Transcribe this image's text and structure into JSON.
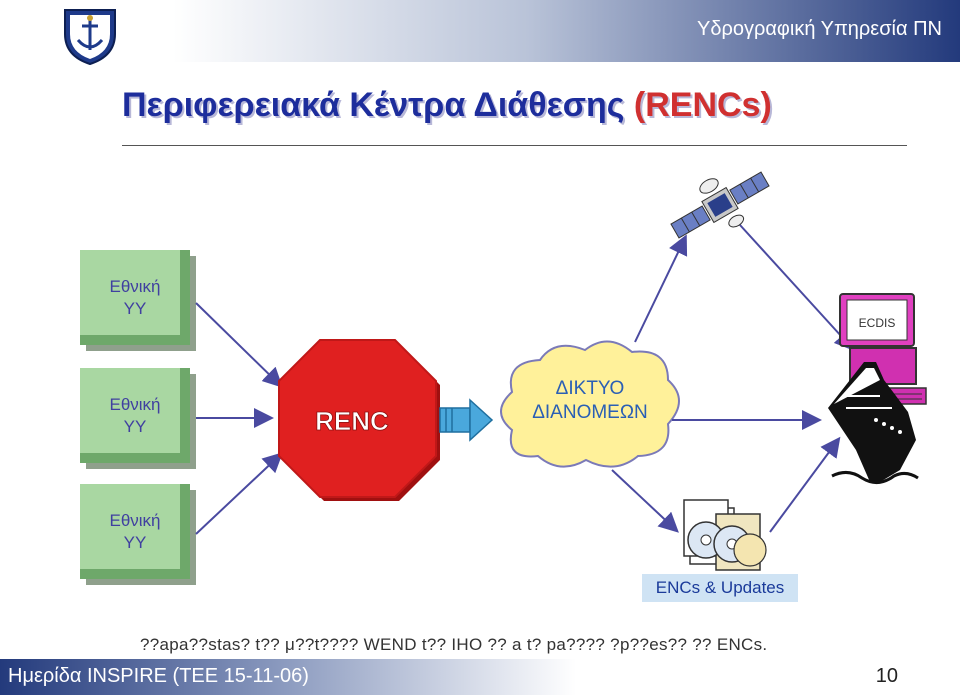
{
  "header": {
    "org": "Υδρογραφική Υπηρεσία ΠΝ",
    "logo_icon": "navy-crest-icon"
  },
  "title": {
    "main": "Περιφερειακά Κέντρα Διάθεσης ",
    "acronym": "(RENCs)"
  },
  "national_offices": [
    {
      "line1": "Εθνική",
      "line2": "ΥΥ"
    },
    {
      "line1": "Εθνική",
      "line2": "ΥΥ"
    },
    {
      "line1": "Εθνική",
      "line2": "ΥΥ"
    }
  ],
  "renc": {
    "label": "RENC"
  },
  "network": {
    "line1": "ΔΙΚΤΥΟ",
    "line2": "ΔΙΑΝΟΜΕΩΝ"
  },
  "ecdis": {
    "label": "ECDIS"
  },
  "icons": [
    "satellite-icon",
    "ship-icon",
    "ecdis-computer-icon",
    "cd-discs-icon"
  ],
  "encs_label": "ENCs & Updates",
  "description": "??apa??stas? t?? μ??t???? WEND t?? IHO ?? a t? pa???? ?p??es?? ?? ENCs.",
  "footer": {
    "event": "Ημερίδα INSPIRE (ΤΕΕ 15-11-06)",
    "page": "10"
  },
  "colors": {
    "title": "#1d2d9c",
    "acronym": "#d03030",
    "renc": "#e02020",
    "box": "#a9d7a2",
    "cloud": "#fff19a",
    "arrow": "#4a4aa0"
  }
}
